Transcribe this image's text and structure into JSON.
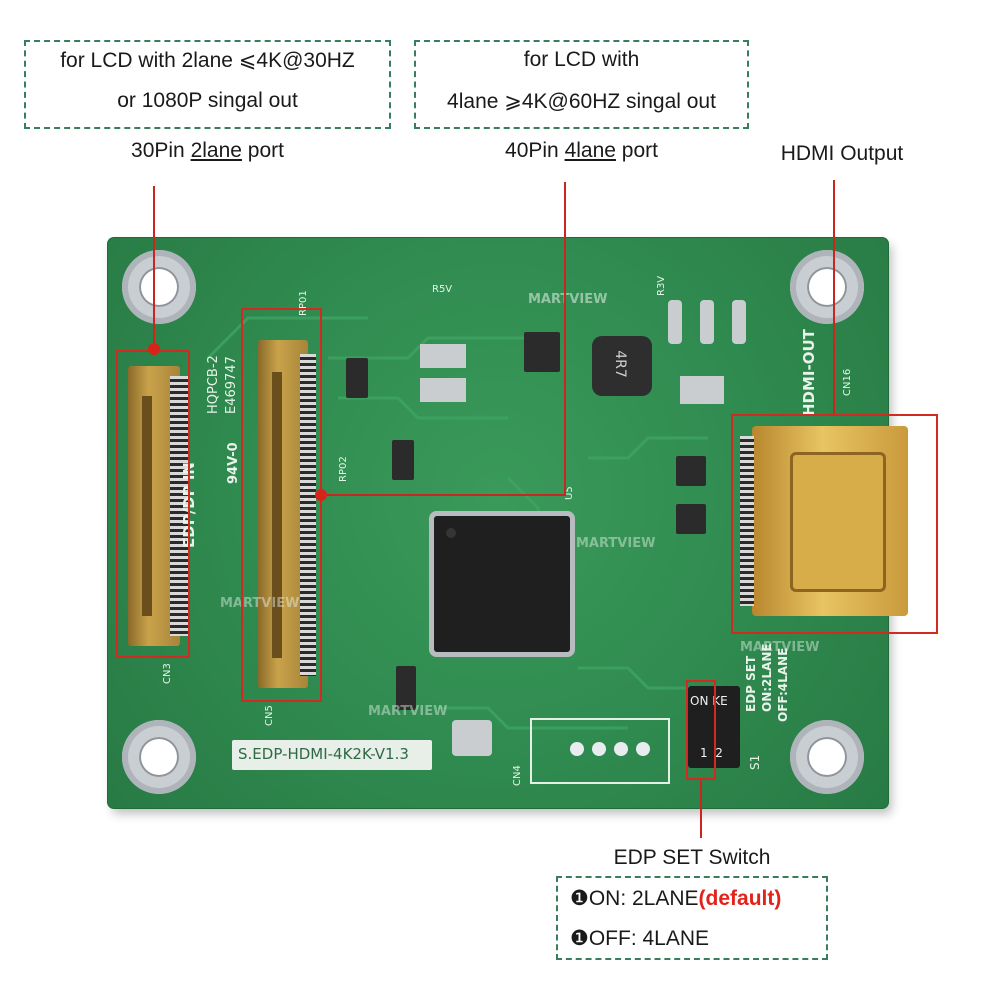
{
  "top_left": {
    "note_line1": "for LCD with 2lane ⩽4K@30HZ",
    "note_line2": "or 1080P singal out",
    "caption_pre": "30Pin ",
    "caption_u": "2lane",
    "caption_post": " port"
  },
  "top_mid": {
    "note_line1": "for LCD with",
    "note_line2": "4lane ⩾4K@60HZ singal out",
    "caption_pre": "40Pin ",
    "caption_u": "4lane",
    "caption_post": " port"
  },
  "top_right": {
    "caption": "HDMI Output"
  },
  "bottom": {
    "caption": "EDP SET Switch",
    "on_text": "ON: 2LANE",
    "on_default": "(default)",
    "off_text": "OFF: 4LANE",
    "bullet": "❶"
  },
  "board": {
    "model": "S.EDP-HDMI-4K2K-V1.3",
    "brand": "MARTVIEW",
    "edp_in": "EDP/DP IN",
    "hdmi_out": "HDMI-OUT",
    "pcb_code": "HQPCB-2",
    "pcb_cert": "E469747",
    "pcb_rating": "94V-0",
    "edp_set_1": "EDP SET",
    "edp_set_2": "ON:2LANE",
    "edp_set_3": "OFF:4LANE",
    "switch_on": "ON KE",
    "switch_nums": "1  2",
    "inductor": "4R7",
    "labels": {
      "cn3": "CN3",
      "cn5": "CN5",
      "cn4": "CN4",
      "cn16": "CN16",
      "s1": "S1",
      "u5": "U5",
      "rp01": "RP01",
      "rp02": "RP02",
      "r5v": "R5V",
      "r3v": "R3V"
    }
  },
  "colors": {
    "pcb": "#2f8a4f",
    "annotation_red": "#d22a20",
    "dash_green": "#3a7d5c",
    "default_red": "#e2231a"
  }
}
